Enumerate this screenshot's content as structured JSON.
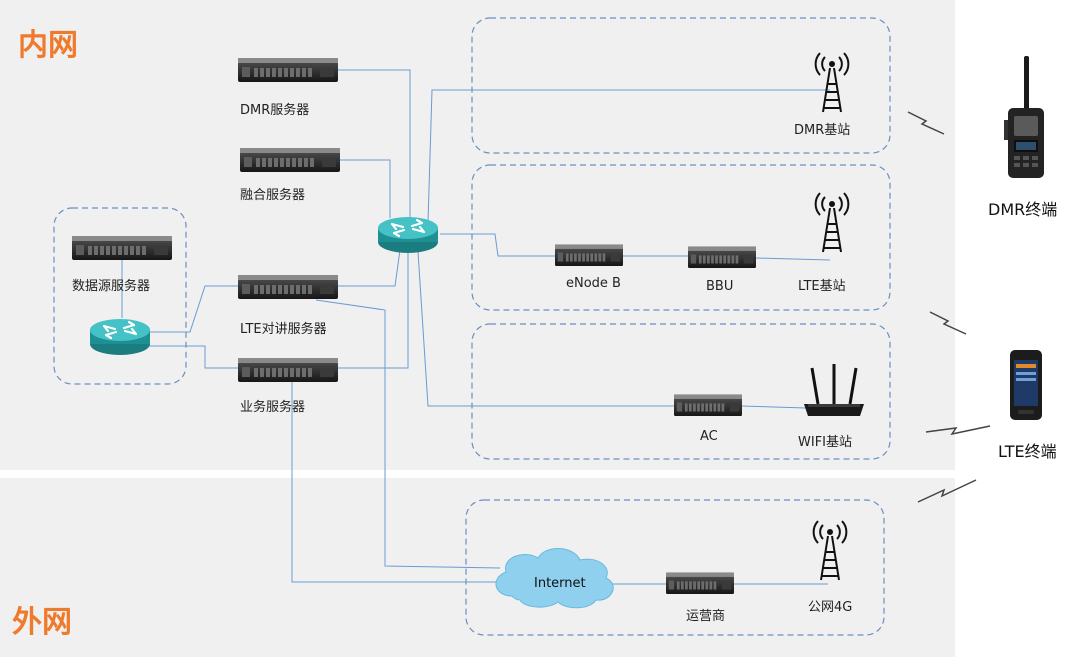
{
  "zones": {
    "inner": "内网",
    "outer": "外网"
  },
  "nodes": {
    "dmr_server": "DMR服务器",
    "fusion_server": "融合服务器",
    "lte_ptt_server": "LTE对讲服务器",
    "business_server": "业务服务器",
    "datasource_server": "数据源服务器",
    "dmr_base": "DMR基站",
    "enodeb": "eNode B",
    "bbu": "BBU",
    "lte_base": "LTE基站",
    "ac": "AC",
    "wifi_base": "WIFI基站",
    "internet": "Internet",
    "operator": "运营商",
    "public_4g": "公网4G",
    "dmr_terminal": "DMR终端",
    "lte_terminal": "LTE终端"
  },
  "colors": {
    "zone_label": "#f07a2c",
    "link": "#6a9bd3",
    "group_border": "#6b8fc0",
    "router": "#2aa3a6",
    "cloud": "#8fd0ef",
    "zone_bg": "#f0f0f0"
  },
  "icons": {
    "server": "rack-server-icon",
    "router": "router-icon",
    "tower": "antenna-tower-icon",
    "wifi_router": "wifi-router-icon",
    "cloud": "cloud-icon",
    "radio": "handheld-radio-icon",
    "phone": "rugged-phone-icon",
    "lightning": "wireless-link-icon"
  }
}
